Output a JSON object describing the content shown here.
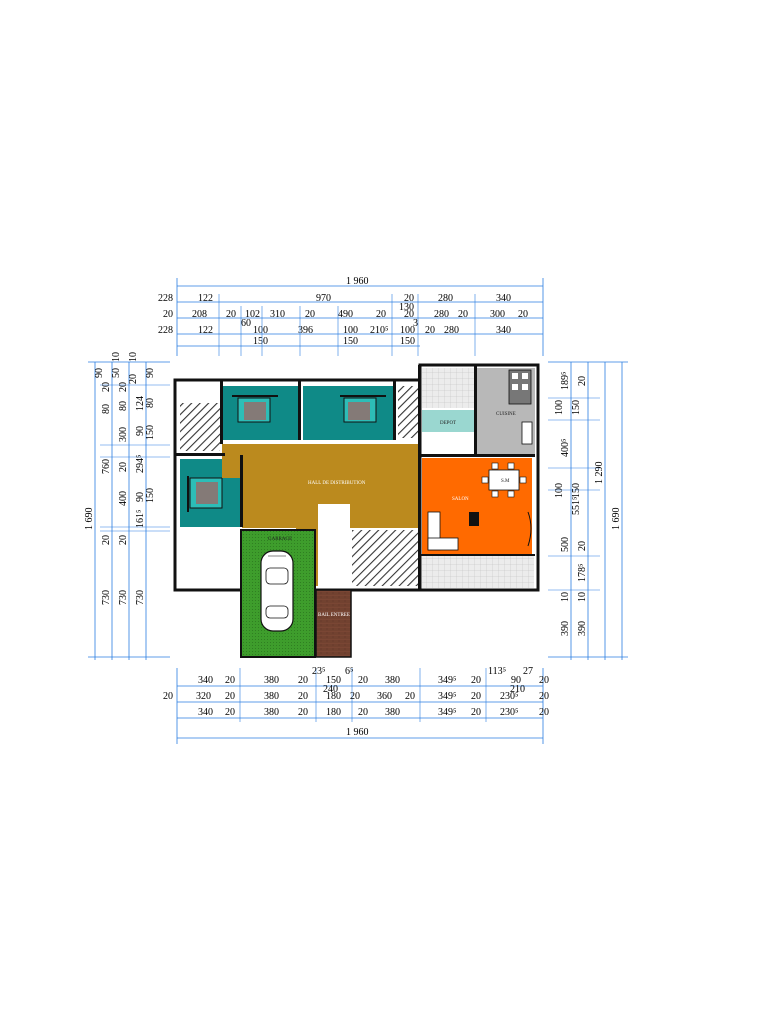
{
  "dimensions": {
    "top": {
      "total": "1 960",
      "row1": [
        "228",
        "122",
        "970",
        "20",
        "280",
        "340"
      ],
      "row2": [
        "20",
        "208",
        "20",
        "102",
        "310",
        "20",
        "490",
        "20",
        "20",
        "280",
        "20",
        "300",
        "20"
      ],
      "row2_extra": [
        "60",
        "130"
      ],
      "row3": [
        "228",
        "122",
        "100",
        "396",
        "100",
        "210⁵",
        "3",
        "100",
        "20",
        "280",
        "340"
      ],
      "row3_sub": [
        "150",
        "150",
        "150"
      ]
    },
    "bottom": {
      "total": "1 960",
      "row1": [
        "340",
        "20",
        "380",
        "20",
        "23⁵",
        "150",
        "6⁵",
        "20",
        "380",
        "349⁵",
        "20",
        "113⁵",
        "90",
        "27",
        "20"
      ],
      "row1_sub": [
        "240",
        "210"
      ],
      "row2": [
        "20",
        "320",
        "20",
        "380",
        "20",
        "180",
        "20",
        "360",
        "20",
        "349⁵",
        "20",
        "230⁵",
        "20"
      ],
      "row3": [
        "340",
        "20",
        "380",
        "20",
        "180",
        "20",
        "380",
        "349⁵",
        "20",
        "230⁵",
        "20"
      ]
    },
    "left": {
      "total": "1 690",
      "col1": [
        "20",
        "80",
        "760",
        "20",
        "730"
      ],
      "col2": [
        "90",
        "20",
        "300",
        "20",
        "400",
        "20",
        "730"
      ],
      "col3": [
        "10",
        "50",
        "80",
        "124",
        "90",
        "294⁵",
        "90",
        "161⁵",
        "730"
      ],
      "col4": [
        "10",
        "20",
        "90",
        "80",
        "150",
        "150"
      ]
    },
    "right": {
      "total": "1 690",
      "col_a": [
        "1 290"
      ],
      "col_b": [
        "20",
        "150",
        "150",
        "20",
        "10",
        "390"
      ],
      "col_c": [
        "189⁵",
        "100",
        "400⁵",
        "100",
        "551⁵",
        "500",
        "178⁵",
        "10",
        "390"
      ]
    }
  },
  "rooms": {
    "hall": "HALL DE DISTRIBUTION",
    "garage": "GARRAGE",
    "salon": "SALON",
    "cuisine": "CUISINE",
    "depot": "DEPOT",
    "bath": "BAIL ENTREE",
    "dining": "S.M"
  },
  "colors": {
    "teal": "#0f8a87",
    "hall": "#bb8a1e",
    "garage": "#3e9d2c",
    "salon": "#ff6a00",
    "cuisine": "#b8b8b8",
    "depot": "#9ad7d0",
    "dim_line": "#2a7de1"
  }
}
